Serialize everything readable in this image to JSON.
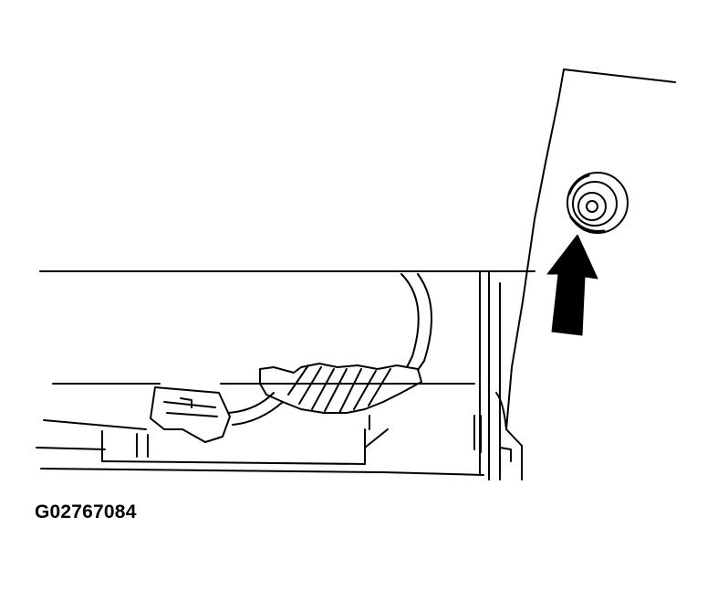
{
  "figure": {
    "caption": "G02767084",
    "line_color": "#000000",
    "background": "#ffffff",
    "parts": [
      {
        "name": "mounting-bolt",
        "icon": "bolt-icon"
      },
      {
        "name": "direction-arrow",
        "icon": "arrow-up-icon"
      },
      {
        "name": "wiring-harness",
        "icon": "wire-icon"
      },
      {
        "name": "electrical-connector",
        "icon": "connector-icon"
      }
    ]
  }
}
